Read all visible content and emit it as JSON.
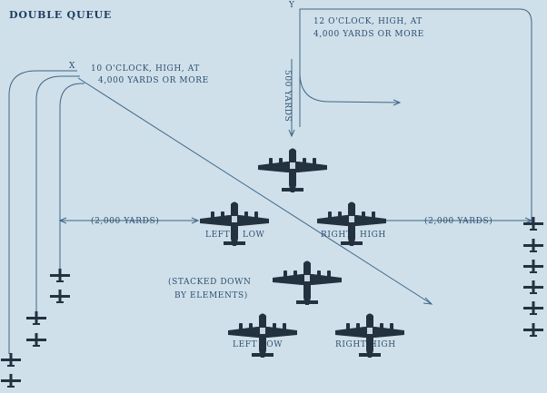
{
  "title": "DOUBLE QUEUE",
  "markers": {
    "x": "X",
    "y": "Y"
  },
  "labels": {
    "x_attack_1": "10 O'CLOCK, HIGH, AT",
    "x_attack_2": "4,000 YARDS OR MORE",
    "y_attack_1": "12 O'CLOCK, HIGH, AT",
    "y_attack_2": "4,000 YARDS OR MORE",
    "dist_500": "500 YARDS",
    "dist_left": "(2,000 YARDS)",
    "dist_right": "(2,000 YARDS)",
    "left_low_top_a": "LEFT",
    "left_low_top_b": "LOW",
    "right_high_top_a": "RIGHT",
    "right_high_top_b": "HIGH",
    "stacked_1": "(STACKED DOWN",
    "stacked_2": "BY ELEMENTS)",
    "left_low_bottom": "LEFT LOW",
    "right_high_bottom": "RIGHT HIGH"
  },
  "bomber_icon": "b17-bomber-icon",
  "fighter_icon": "fighter-plane-icon"
}
